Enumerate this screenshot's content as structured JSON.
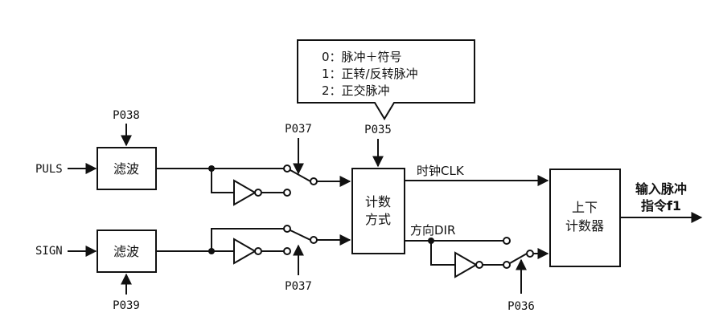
{
  "signals": {
    "puls": "PULS",
    "sign": "SIGN",
    "clock": "时钟CLK",
    "direction": "方向DIR",
    "output_line1": "输入脉冲",
    "output_line2": "指令f1"
  },
  "blocks": {
    "filter_top": "滤波",
    "filter_bottom": "滤波",
    "counter_mode_line1": "计数",
    "counter_mode_line2": "方式",
    "updown_line1": "上下",
    "updown_line2": "计数器"
  },
  "params": {
    "p038": "P038",
    "p039": "P039",
    "p037_top": "P037",
    "p037_bottom": "P037",
    "p035": "P035",
    "p036": "P036"
  },
  "callout": {
    "line0": "0：脉冲＋符号",
    "line1": "1：正转/反转脉冲",
    "line2": "2：正交脉冲"
  }
}
